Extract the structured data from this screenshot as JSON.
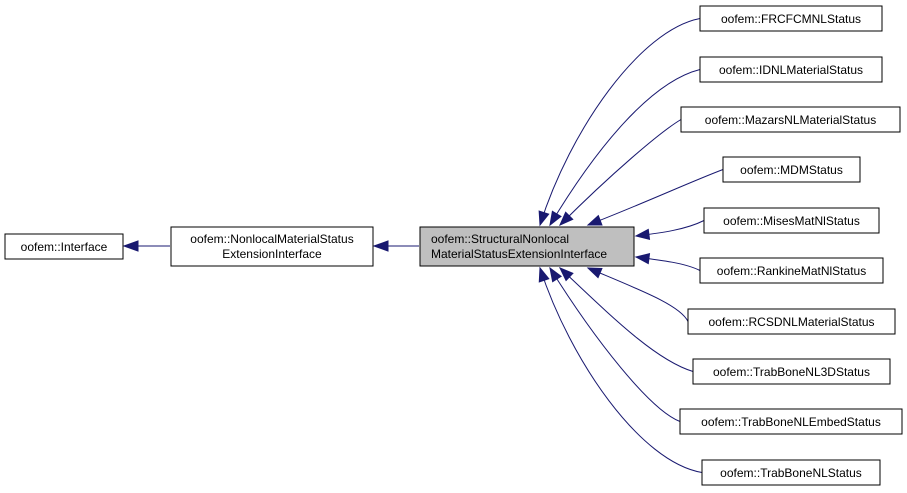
{
  "colors": {
    "edge": "#191970",
    "node_border": "#000000",
    "node_fill": "#ffffff",
    "focus_fill": "#bfbfbf"
  },
  "nodes": {
    "interface": {
      "lines": [
        "oofem::Interface"
      ]
    },
    "nonlocal": {
      "lines": [
        "oofem::NonlocalMaterialStatus",
        "ExtensionInterface"
      ]
    },
    "structural": {
      "lines": [
        "oofem::StructuralNonlocal",
        "MaterialStatusExtensionInterface"
      ]
    },
    "derived": [
      {
        "lines": [
          "oofem::FRCFCMNLStatus"
        ]
      },
      {
        "lines": [
          "oofem::IDNLMaterialStatus"
        ]
      },
      {
        "lines": [
          "oofem::MazarsNLMaterialStatus"
        ]
      },
      {
        "lines": [
          "oofem::MDMStatus"
        ]
      },
      {
        "lines": [
          "oofem::MisesMatNlStatus"
        ]
      },
      {
        "lines": [
          "oofem::RankineMatNlStatus"
        ]
      },
      {
        "lines": [
          "oofem::RCSDNLMaterialStatus"
        ]
      },
      {
        "lines": [
          "oofem::TrabBoneNL3DStatus"
        ]
      },
      {
        "lines": [
          "oofem::TrabBoneNLEmbedStatus"
        ]
      },
      {
        "lines": [
          "oofem::TrabBoneNLStatus"
        ]
      }
    ]
  }
}
